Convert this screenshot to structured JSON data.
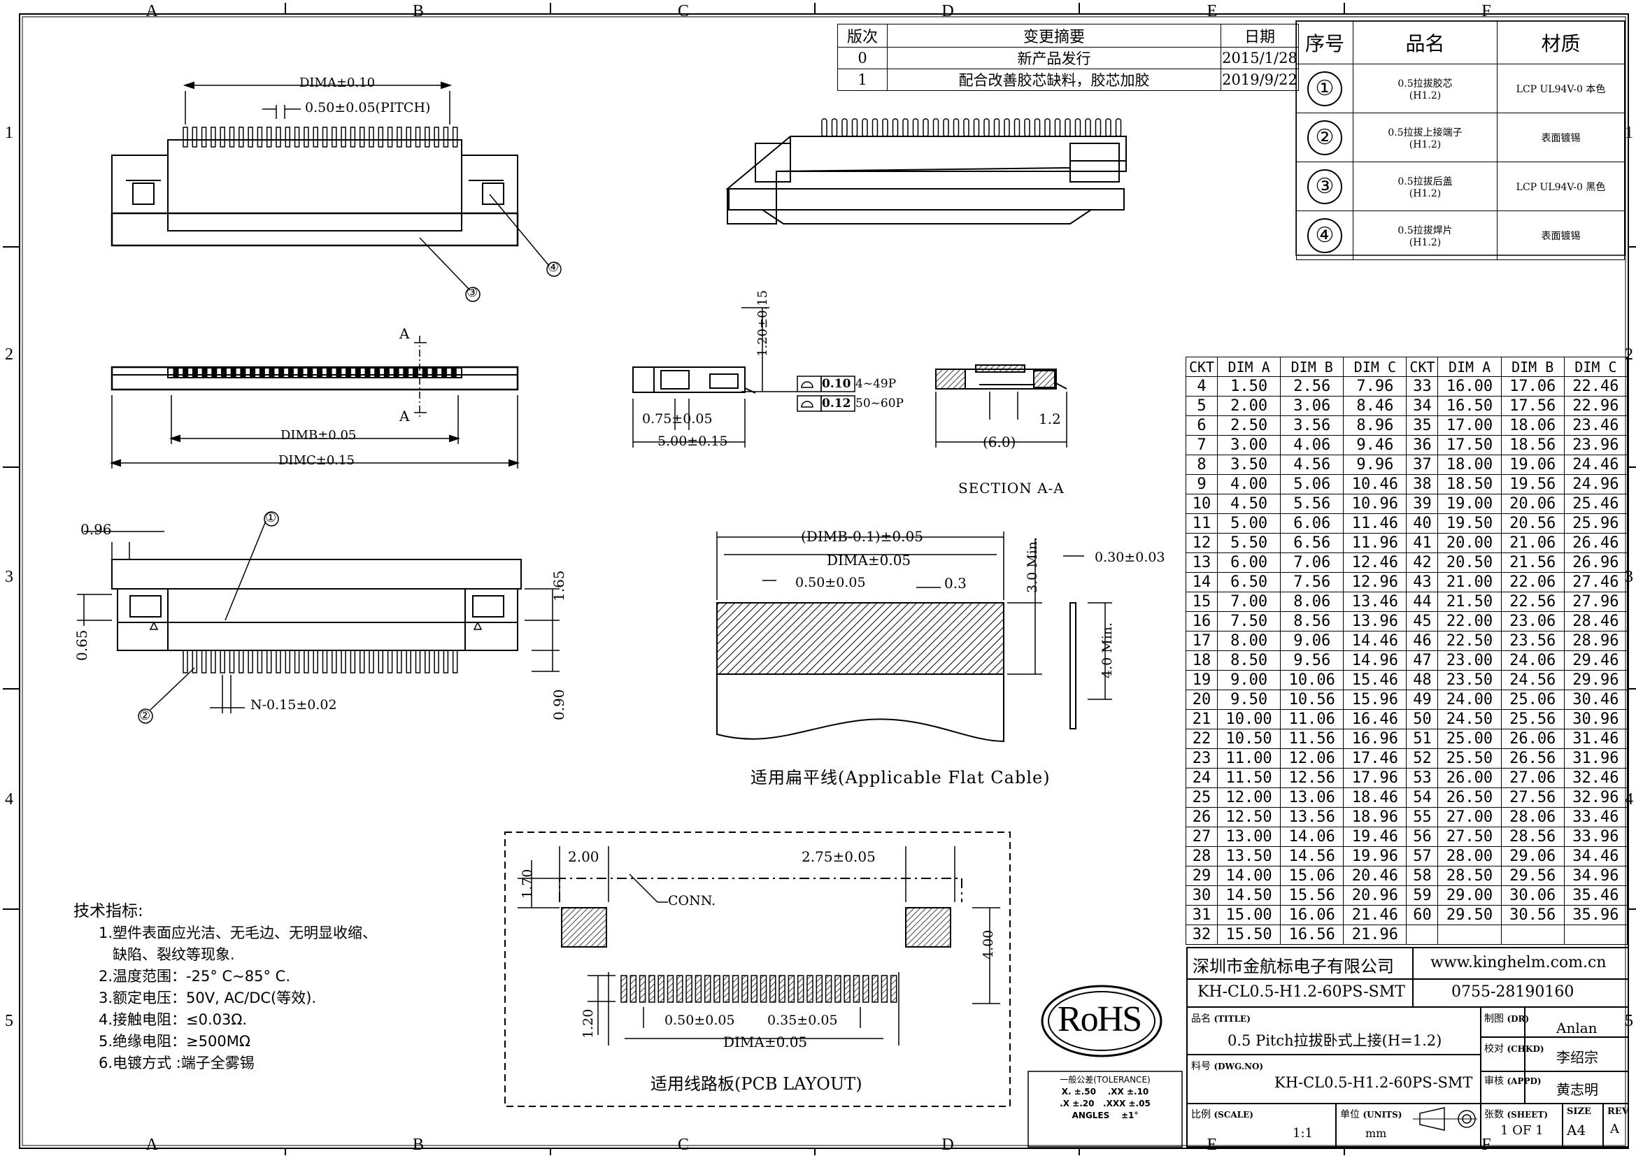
{
  "frame": {
    "columns": [
      "A",
      "B",
      "C",
      "D",
      "E",
      "F"
    ],
    "rows": [
      "1",
      "2",
      "3",
      "4",
      "5"
    ]
  },
  "revision": {
    "headers": [
      "版次",
      "变更摘要",
      "日期"
    ],
    "rows": [
      [
        "0",
        "新产品发行",
        "2015/1/28"
      ],
      [
        "1",
        "配合改善胶芯缺料，胶芯加胶",
        "2019/9/22"
      ]
    ]
  },
  "bom": {
    "headers": [
      "序号",
      "品名",
      "材质"
    ],
    "rows": [
      {
        "no": "①",
        "name": "0.5拉拔胶芯",
        "sub": "(H1.2)",
        "material": "LCP UL94V-0 本色"
      },
      {
        "no": "②",
        "name": "0.5拉拔上接端子",
        "sub": "(H1.2)",
        "material": "表面镀锡"
      },
      {
        "no": "③",
        "name": "0.5拉拔后盖",
        "sub": "(H1.2)",
        "material": "LCP UL94V-0 黑色"
      },
      {
        "no": "④",
        "name": "0.5拉拔焊片",
        "sub": "(H1.2)",
        "material": "表面镀锡"
      }
    ]
  },
  "dim_table": {
    "headers": [
      "CKT",
      "DIM A",
      "DIM B",
      "DIM C",
      "CKT",
      "DIM A",
      "DIM B",
      "DIM C"
    ],
    "left": [
      [
        "4",
        "1.50",
        "2.56",
        "7.96"
      ],
      [
        "5",
        "2.00",
        "3.06",
        "8.46"
      ],
      [
        "6",
        "2.50",
        "3.56",
        "8.96"
      ],
      [
        "7",
        "3.00",
        "4.06",
        "9.46"
      ],
      [
        "8",
        "3.50",
        "4.56",
        "9.96"
      ],
      [
        "9",
        "4.00",
        "5.06",
        "10.46"
      ],
      [
        "10",
        "4.50",
        "5.56",
        "10.96"
      ],
      [
        "11",
        "5.00",
        "6.06",
        "11.46"
      ],
      [
        "12",
        "5.50",
        "6.56",
        "11.96"
      ],
      [
        "13",
        "6.00",
        "7.06",
        "12.46"
      ],
      [
        "14",
        "6.50",
        "7.56",
        "12.96"
      ],
      [
        "15",
        "7.00",
        "8.06",
        "13.46"
      ],
      [
        "16",
        "7.50",
        "8.56",
        "13.96"
      ],
      [
        "17",
        "8.00",
        "9.06",
        "14.46"
      ],
      [
        "18",
        "8.50",
        "9.56",
        "14.96"
      ],
      [
        "19",
        "9.00",
        "10.06",
        "15.46"
      ],
      [
        "20",
        "9.50",
        "10.56",
        "15.96"
      ],
      [
        "21",
        "10.00",
        "11.06",
        "16.46"
      ],
      [
        "22",
        "10.50",
        "11.56",
        "16.96"
      ],
      [
        "23",
        "11.00",
        "12.06",
        "17.46"
      ],
      [
        "24",
        "11.50",
        "12.56",
        "17.96"
      ],
      [
        "25",
        "12.00",
        "13.06",
        "18.46"
      ],
      [
        "26",
        "12.50",
        "13.56",
        "18.96"
      ],
      [
        "27",
        "13.00",
        "14.06",
        "19.46"
      ],
      [
        "28",
        "13.50",
        "14.56",
        "19.96"
      ],
      [
        "29",
        "14.00",
        "15.06",
        "20.46"
      ],
      [
        "30",
        "14.50",
        "15.56",
        "20.96"
      ],
      [
        "31",
        "15.00",
        "16.06",
        "21.46"
      ],
      [
        "32",
        "15.50",
        "16.56",
        "21.96"
      ]
    ],
    "right": [
      [
        "33",
        "16.00",
        "17.06",
        "22.46"
      ],
      [
        "34",
        "16.50",
        "17.56",
        "22.96"
      ],
      [
        "35",
        "17.00",
        "18.06",
        "23.46"
      ],
      [
        "36",
        "17.50",
        "18.56",
        "23.96"
      ],
      [
        "37",
        "18.00",
        "19.06",
        "24.46"
      ],
      [
        "38",
        "18.50",
        "19.56",
        "24.96"
      ],
      [
        "39",
        "19.00",
        "20.06",
        "25.46"
      ],
      [
        "40",
        "19.50",
        "20.56",
        "25.96"
      ],
      [
        "41",
        "20.00",
        "21.06",
        "26.46"
      ],
      [
        "42",
        "20.50",
        "21.56",
        "26.96"
      ],
      [
        "43",
        "21.00",
        "22.06",
        "27.46"
      ],
      [
        "44",
        "21.50",
        "22.56",
        "27.96"
      ],
      [
        "45",
        "22.00",
        "23.06",
        "28.46"
      ],
      [
        "46",
        "22.50",
        "23.56",
        "28.96"
      ],
      [
        "47",
        "23.00",
        "24.06",
        "29.46"
      ],
      [
        "48",
        "23.50",
        "24.56",
        "29.96"
      ],
      [
        "49",
        "24.00",
        "25.06",
        "30.46"
      ],
      [
        "50",
        "24.50",
        "25.56",
        "30.96"
      ],
      [
        "51",
        "25.00",
        "26.06",
        "31.46"
      ],
      [
        "52",
        "25.50",
        "26.56",
        "31.96"
      ],
      [
        "53",
        "26.00",
        "27.06",
        "32.46"
      ],
      [
        "54",
        "26.50",
        "27.56",
        "32.96"
      ],
      [
        "55",
        "27.00",
        "28.06",
        "33.46"
      ],
      [
        "56",
        "27.50",
        "28.56",
        "33.96"
      ],
      [
        "57",
        "28.00",
        "29.06",
        "34.46"
      ],
      [
        "58",
        "28.50",
        "29.56",
        "34.96"
      ],
      [
        "59",
        "29.00",
        "30.06",
        "35.46"
      ],
      [
        "60",
        "29.50",
        "30.56",
        "35.96"
      ]
    ]
  },
  "dims": {
    "dima_010": "DIMA±0.10",
    "pitch": "0.50±0.05(PITCH)",
    "balloon_1": "①",
    "balloon_2": "②",
    "balloon_3": "③",
    "balloon_4": "④",
    "section_a": "A",
    "dimb_005": "DIMB±0.05",
    "dimc_015": "DIMC±0.15",
    "d_120": "1.20±0.15",
    "d_075": "0.75±0.05",
    "d_500": "5.00±0.15",
    "flat_010": "0.10",
    "flat_010_range": "4~49P",
    "flat_012": "0.12",
    "flat_012_range": "50~60P",
    "d_12": "1.2",
    "d_60": "(6.0)",
    "section_title": "SECTION A-A",
    "d_096": "0.96",
    "d_165": "1.65",
    "d_065": "0.65",
    "d_090": "0.90",
    "n_015": "N-0.15±0.02",
    "cable_dimb": "(DIMB-0.1)±0.05",
    "cable_dima": "DIMA±0.05",
    "cable_050": "0.50±0.05",
    "cable_03": "0.3",
    "cable_30min": "3.0 Min.",
    "cable_40min": "4.0 Min.",
    "cable_030": "0.30±0.03",
    "cable_title": "适用扁平线(Applicable Flat Cable)",
    "pcb_200": "2.00",
    "pcb_275": "2.75±0.05",
    "pcb_170": "1.70",
    "pcb_conn": "CONN.",
    "pcb_400": "4.00",
    "pcb_120": "1.20",
    "pcb_050": "0.50±0.05",
    "pcb_035": "0.35±0.05",
    "pcb_dima": "DIMA±0.05",
    "pcb_title": "适用线路板(PCB LAYOUT)"
  },
  "notes": {
    "title": "技术指标:",
    "lines": [
      "1.塑件表面应光洁、无毛边、无明显收缩、",
      "   缺陷、裂纹等现象.",
      "2.温度范围：-25° C~85° C.",
      "3.额定电压：50V, AC/DC(等效).",
      "4.接触电阻：≤0.03Ω.",
      "5.绝缘电阻：≥500MΩ",
      "6.电镀方式 :端子全雾锡"
    ]
  },
  "rohs": "RoHS",
  "tolerance": {
    "title": "一般公差(TOLERANCE)",
    "line1": "X. ±.50    .XX ±.10",
    "line2": ".X ±.20   .XXX ±.05",
    "line3": "ANGLES    ±1°"
  },
  "title_block": {
    "company": "深圳市金航标电子有限公司",
    "website": "www.kinghelm.com.cn",
    "part_no": "KH-CL0.5-H1.2-60PS-SMT",
    "phone": "0755-28190160",
    "title_label": "品名",
    "title_label_en": "(TITLE)",
    "title_value": "0.5 Pitch拉拔卧式上接(H=1.2)",
    "dwg_label": "料号",
    "dwg_label_en": "(DWG.NO)",
    "dwg_value": "KH-CL0.5-H1.2-60PS-SMT",
    "dr_label": "制图",
    "dr_label_en": "(DR)",
    "dr_value": "Anlan",
    "chkd_label": "校对",
    "chkd_label_en": "(CHKD)",
    "chkd_value": "李绍宗",
    "appd_label": "审核",
    "appd_label_en": "(APPD)",
    "appd_value": "黄志明",
    "scale_label": "比例",
    "scale_label_en": "(SCALE)",
    "scale_value": "1:1",
    "units_label": "单位",
    "units_label_en": "(UNITS)",
    "units_value": "mm",
    "sheet_label": "张数",
    "sheet_label_en": "(SHEET)",
    "sheet_value": "1 OF 1",
    "size_label": "SIZE",
    "size_value": "A4",
    "rev_label": "REV",
    "rev_value": "A"
  }
}
